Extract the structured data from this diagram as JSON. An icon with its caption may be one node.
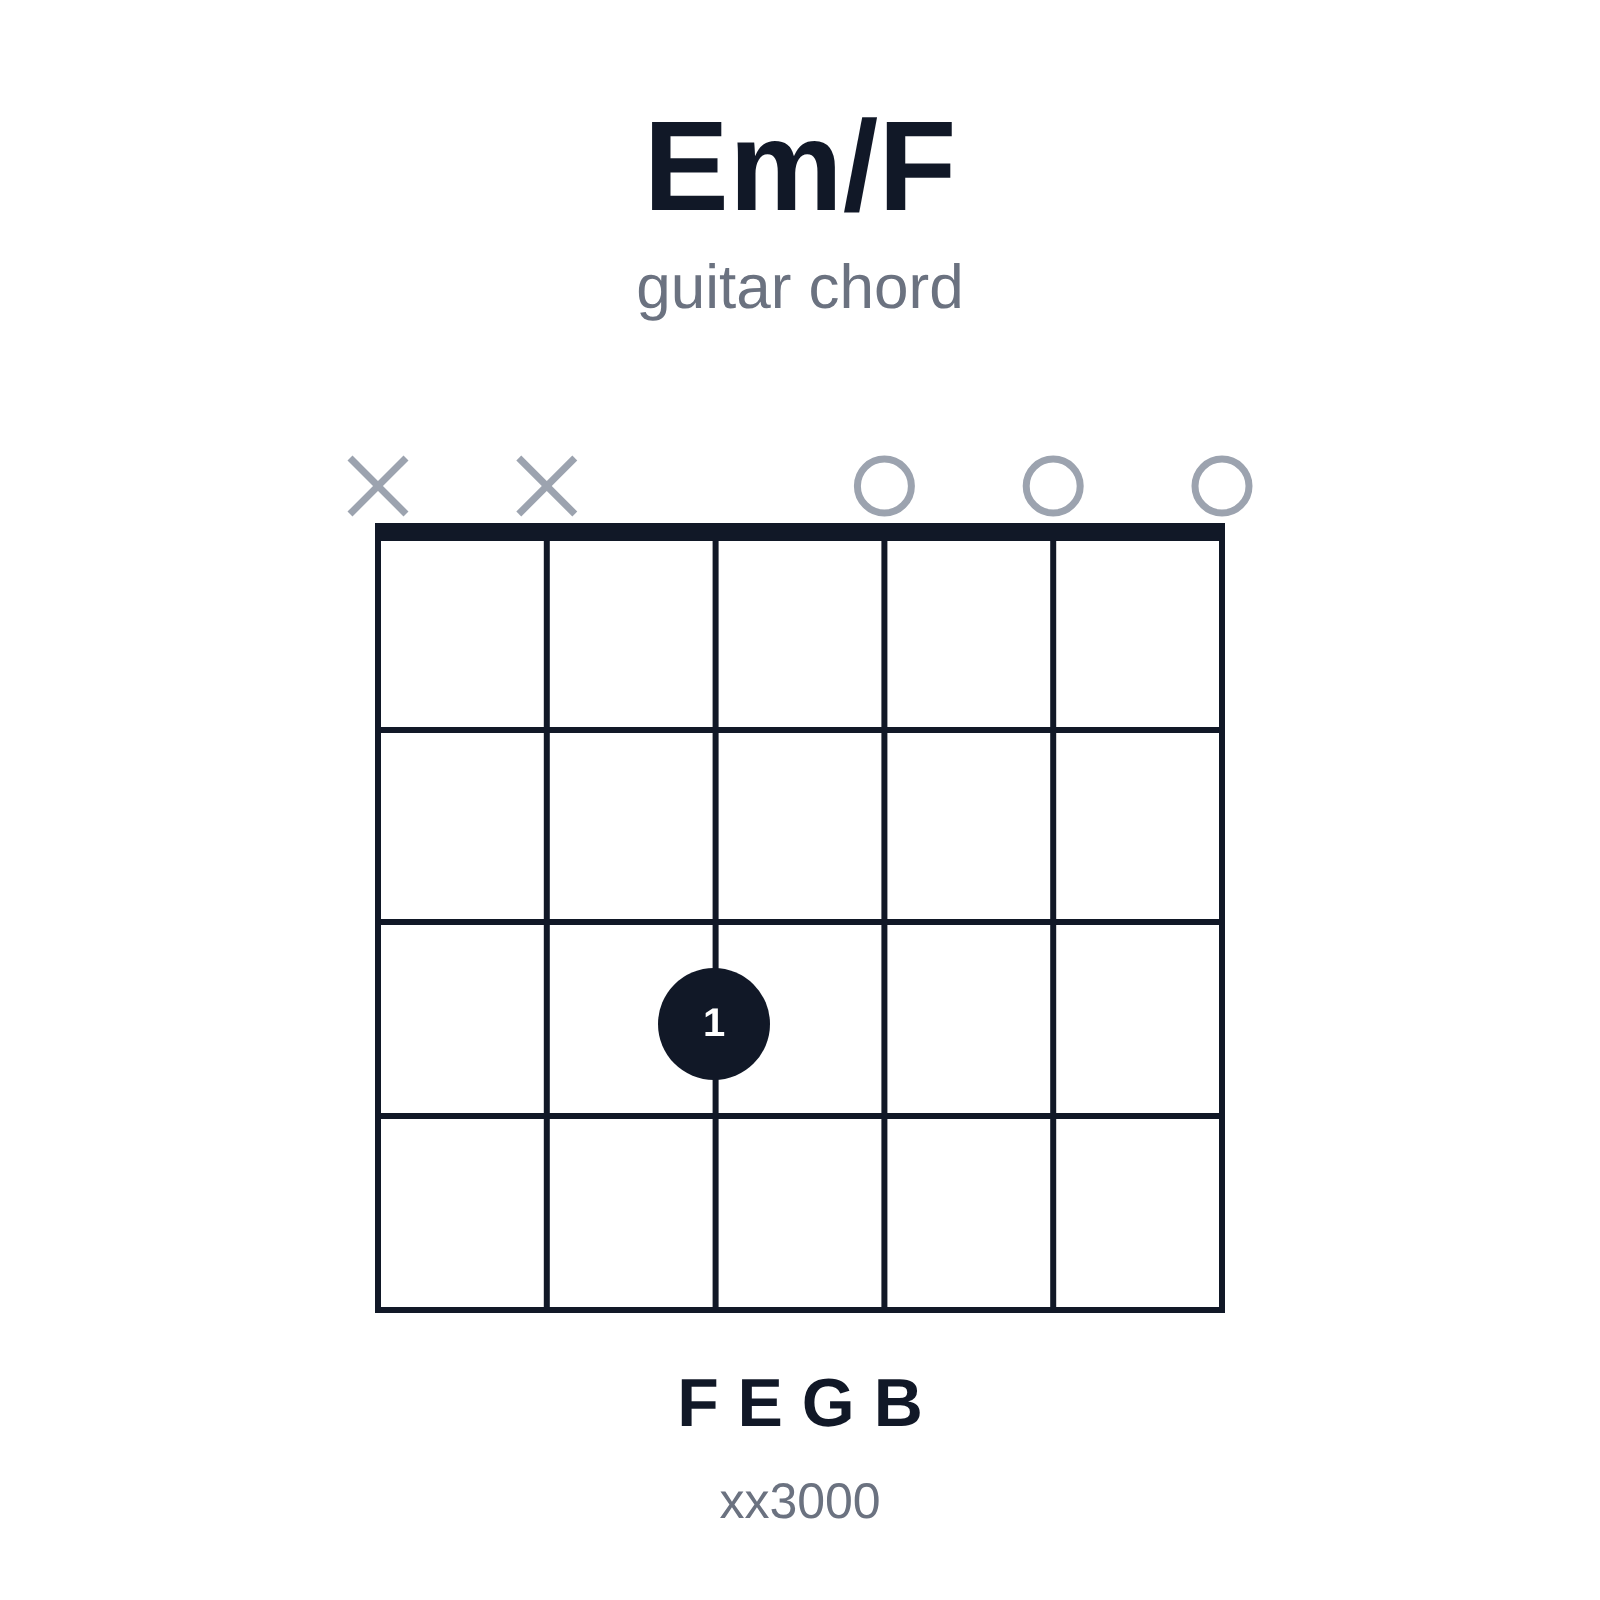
{
  "diagram": {
    "title": "Em/F",
    "nodes": [
      {
        "text": [
          "1"
        ]
      }
    ],
    "labels": [
      "guitar chord",
      "F E G B",
      "xx3000"
    ]
  }
}
